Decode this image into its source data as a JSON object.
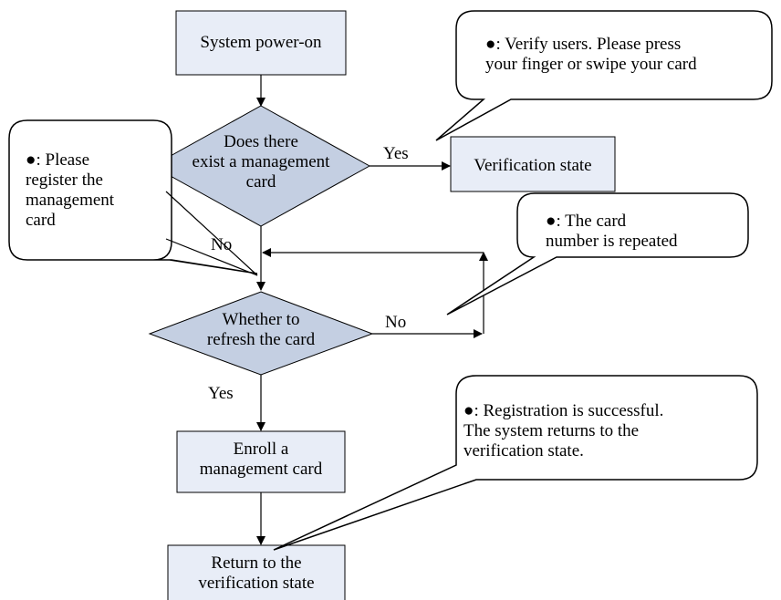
{
  "nodes": {
    "power_on": "System power-on",
    "decision_management": [
      "Does there",
      "exist a management",
      "card"
    ],
    "verification_state": "Verification state",
    "decision_refresh": [
      "Whether to",
      "refresh the card"
    ],
    "enroll": [
      "Enroll a",
      "management card"
    ],
    "return": [
      "Return to the",
      "verification state"
    ]
  },
  "edge_labels": {
    "yes_top": "Yes",
    "no_top": "No",
    "no_refresh": "No",
    "yes_refresh": "Yes"
  },
  "callouts": {
    "speaker_icon": "☻",
    "verify": [
      "●: Verify users. Please press",
      "your finger or swipe your card"
    ],
    "register": [
      "●: Please",
      "register the",
      "management",
      "card"
    ],
    "repeated": [
      "●: The card",
      "number is repeated"
    ],
    "success": [
      "●: Registration is successful.",
      "The system returns to the",
      "verification state."
    ]
  }
}
